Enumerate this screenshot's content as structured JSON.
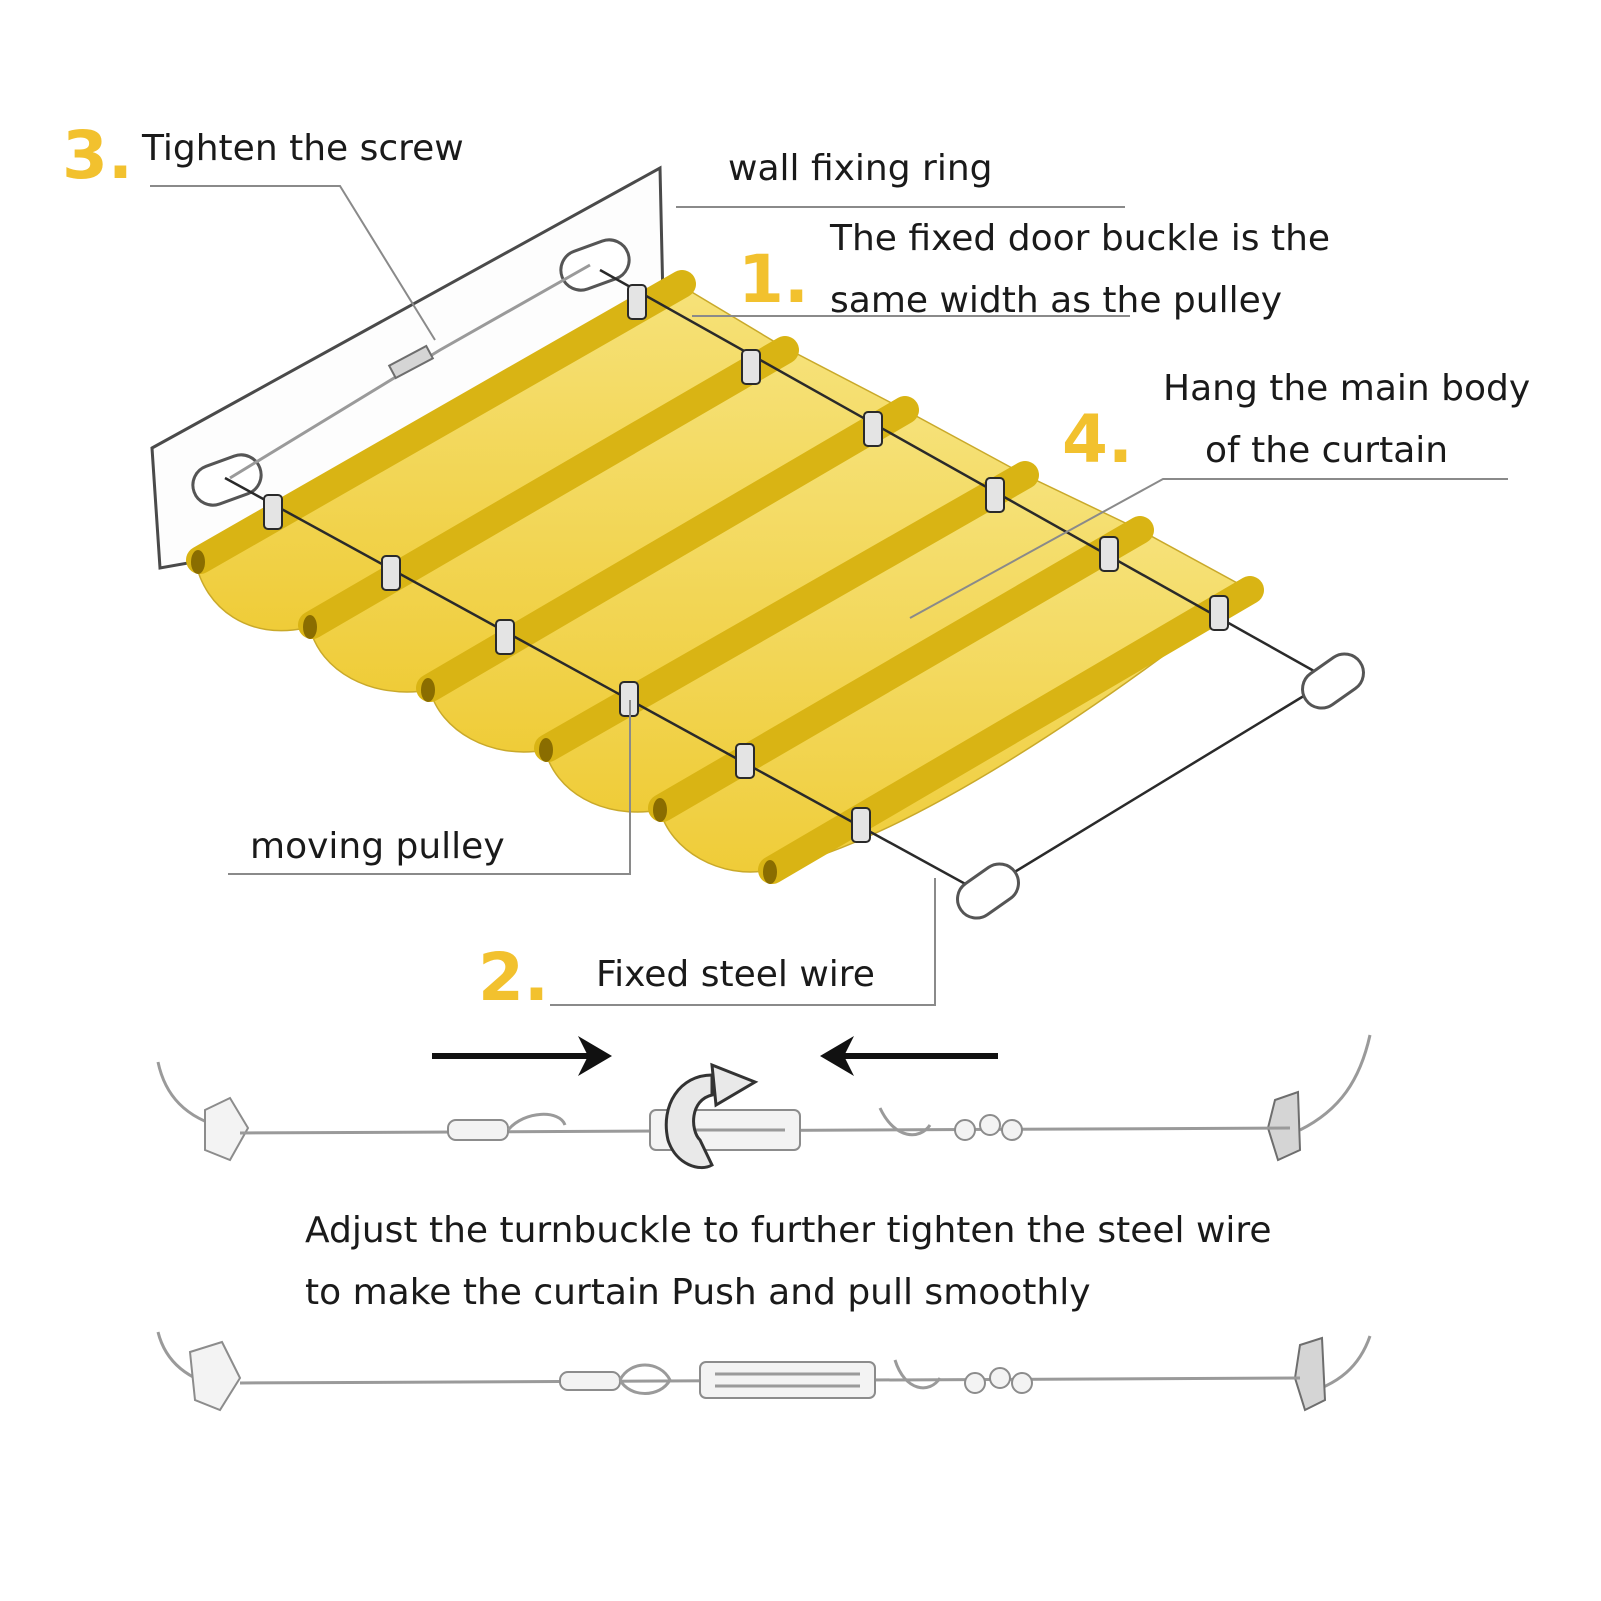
{
  "labels": {
    "tighten_screw": {
      "number": "3.",
      "text": "Tighten the screw"
    },
    "wall_fixing_ring": {
      "text": "wall fixing ring"
    },
    "door_buckle": {
      "number": "1.",
      "line1": "The fixed door buckle is the",
      "line2": "same width as the pulley"
    },
    "hang_body": {
      "number": "4.",
      "line1": "Hang the main body",
      "line2": "of the curtain"
    },
    "moving_pulley": {
      "text": "moving pulley"
    },
    "fixed_wire": {
      "number": "2.",
      "text": "Fixed steel wire"
    }
  },
  "instruction": {
    "line1": "Adjust the turnbuckle to further tighten the steel wire",
    "line2": "to make the curtain Push and pull smoothly"
  },
  "colors": {
    "accent_number": "#f2c12e",
    "fabric": "#f3d64a",
    "rod": "#d9b414",
    "text": "#1a1a1a"
  }
}
